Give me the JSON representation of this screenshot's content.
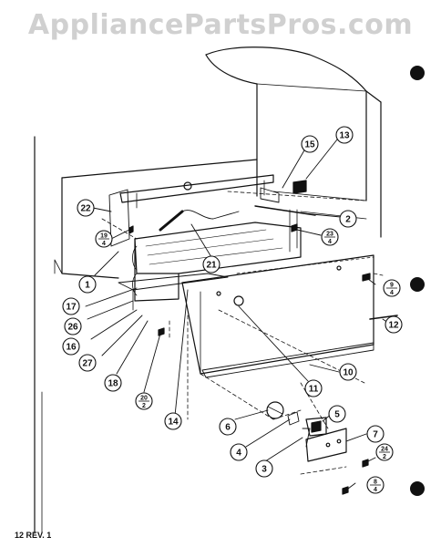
{
  "watermark": "AppliancePartsPros.com",
  "footer": "12 REV. 1",
  "callouts": [
    {
      "id": "c1",
      "label": "1"
    },
    {
      "id": "c2",
      "label": "2"
    },
    {
      "id": "c3",
      "label": "3"
    },
    {
      "id": "c4",
      "label": "4"
    },
    {
      "id": "c5",
      "label": "5"
    },
    {
      "id": "c6",
      "label": "6"
    },
    {
      "id": "c7",
      "label": "7"
    },
    {
      "id": "c10",
      "label": "10"
    },
    {
      "id": "c11",
      "label": "11"
    },
    {
      "id": "c12",
      "label": "12"
    },
    {
      "id": "c13",
      "label": "13"
    },
    {
      "id": "c14",
      "label": "14"
    },
    {
      "id": "c15",
      "label": "15"
    },
    {
      "id": "c16",
      "label": "16"
    },
    {
      "id": "c17",
      "label": "17"
    },
    {
      "id": "c18",
      "label": "18"
    },
    {
      "id": "c21",
      "label": "21"
    },
    {
      "id": "c22",
      "label": "22"
    },
    {
      "id": "c26",
      "label": "26"
    },
    {
      "id": "c27",
      "label": "27"
    },
    {
      "id": "f19",
      "top": "19",
      "bottom": "4"
    },
    {
      "id": "f23",
      "top": "23",
      "bottom": "4"
    },
    {
      "id": "f9",
      "top": "9",
      "bottom": "4"
    },
    {
      "id": "f20",
      "top": "20",
      "bottom": "2"
    },
    {
      "id": "f24",
      "top": "24",
      "bottom": "2"
    },
    {
      "id": "f8",
      "top": "8",
      "bottom": "4"
    }
  ]
}
